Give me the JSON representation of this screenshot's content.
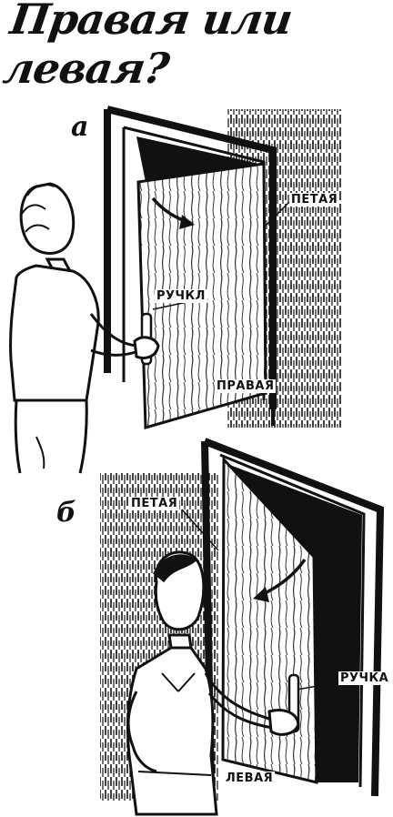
{
  "title": "Правая или левая?",
  "panel_a": {
    "letter": "а",
    "hinge_label": "ПЕТАЯ",
    "handle_label": "РУЧКЛ",
    "caption": "ПРАВАЯ"
  },
  "panel_b": {
    "letter": "б",
    "hinge_label": "ПЕТАЯ",
    "handle_label": "РУЧКА",
    "caption": "ЛЕВАЯ"
  },
  "colors": {
    "ink": "#111111",
    "paper": "#ffffff"
  }
}
